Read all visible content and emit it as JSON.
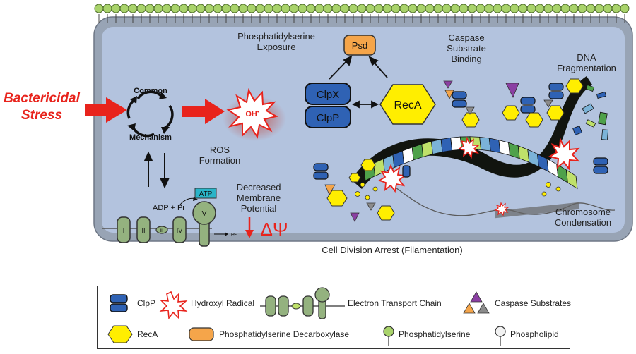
{
  "stress_label": "Bactericidal Stress",
  "mechanism": {
    "top": "Common",
    "bottom": "Mechanism"
  },
  "radical_label": "OH",
  "radical_sup": "•",
  "ros": "ROS Formation",
  "proteins": {
    "psd": "Psd",
    "clpx": "ClpX",
    "clpp": "ClpP",
    "reca": "RecA"
  },
  "ps_exposure": "Phosphatidylserine Exposure",
  "caspase": "Caspase Substrate Binding",
  "dna_frag": "DNA Fragmentation",
  "membrane": "Decreased Membrane Potential",
  "delta_psi": "ΔΨ",
  "chromosome": "Chromosome Condensation",
  "division": "Cell Division Arrest (Filamentation)",
  "etc": {
    "adp": "ADP + Pi",
    "atp": "ATP",
    "complexes": [
      "I",
      "II",
      "III",
      "IV",
      "V"
    ],
    "electron": "e-"
  },
  "legend": {
    "clpp": "ClpP",
    "radical": "Hydroxyl Radical",
    "etc": "Electron Transport Chain",
    "caspase": "Caspase Substrates",
    "reca": "RecA",
    "psd": "Phosphatidylserine Decarboxylase",
    "ps": "Phosphatidylserine",
    "phospholipid": "Phospholipid"
  },
  "colors": {
    "cell": "#b3c3de",
    "stress": "#e8231c",
    "green_lipid": "#a9d36b",
    "blue_protein": "#2f62b4",
    "yellow": "#ffee00",
    "orange": "#f5a54a",
    "etc_green": "#94b27f"
  }
}
